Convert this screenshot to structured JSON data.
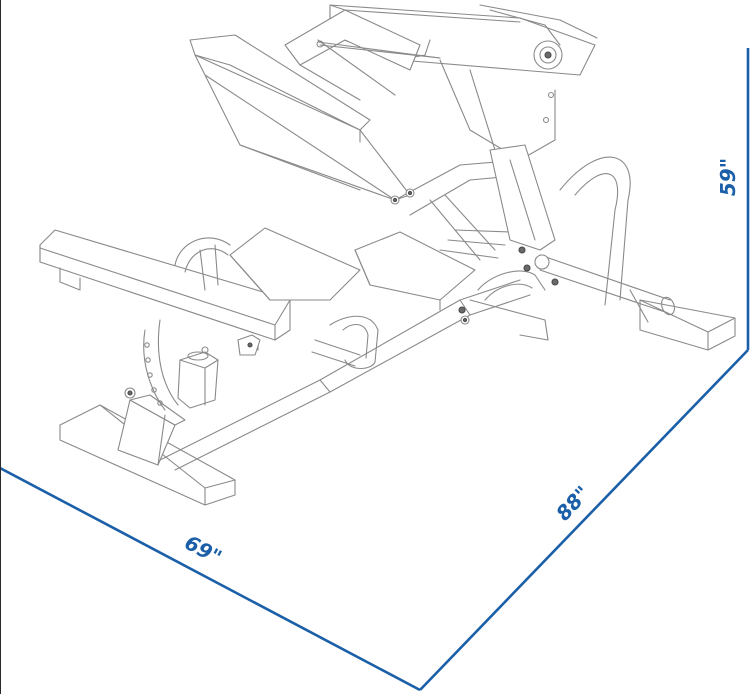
{
  "dimensions": {
    "width_label": "69\"",
    "depth_label": "88\"",
    "height_label": "59\""
  },
  "colors": {
    "dimension_line": "#1a5fa8",
    "machine_stroke": "#8a8a8a",
    "background": "#ffffff"
  }
}
